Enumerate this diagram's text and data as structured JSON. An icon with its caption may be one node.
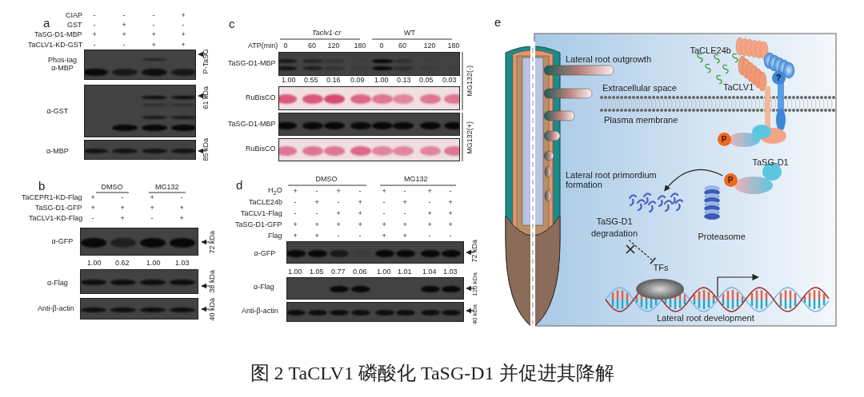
{
  "diagram": {
    "caption": "图 2 TaCLV1 磷酸化 TaSG-D1 并促进其降解",
    "nodes": [
      {
        "text": [
          "?"
        ]
      },
      {
        "text": [
          "P"
        ]
      },
      {
        "text": [
          "P"
        ]
      },
      {
        "text": [],
        "shape": "picture"
      },
      {
        "text": [
          "TaSG-D1 degradation"
        ]
      },
      {
        "text": [
          "TFs"
        ]
      }
    ],
    "edges": [
      {
        "from": 2,
        "to": 3,
        "arrow": "to"
      },
      {
        "from": 4,
        "to": 5,
        "arrow": "other",
        "style": "dashed"
      }
    ],
    "labels": [
      "a",
      "CIAP",
      "-",
      "-",
      "-",
      "+",
      "GST",
      "-",
      "+",
      "-",
      "-",
      "TaSG-D1-MBP",
      "+",
      "+",
      "+",
      "+",
      "TaCLV1-KD-GST",
      "-",
      "-",
      "+",
      "+",
      "Phos-tag α-MBP",
      "P-TaSG",
      "α-GST",
      "61 kDa",
      "α-MBP",
      "85 kDa",
      "b",
      "DMSO",
      "MG132",
      "TaCEPR1-KD-Flag",
      "+",
      "-",
      "+",
      "-",
      "TaSG-D1-GFP",
      "+",
      "+",
      "+",
      "+",
      "TaCLV1-KD-Flag",
      "-",
      "+",
      "-",
      "+",
      "α-GFP",
      "72 kDa",
      "1.00",
      "0.62",
      "1.00",
      "1.03",
      "α-Flag",
      "38 kDa",
      "Anti-β-actin",
      "40 kDa",
      "c",
      "Taclv1-cr",
      "WT",
      "ATP(min)",
      "0",
      "60",
      "120",
      "180",
      "0",
      "60",
      "120",
      "180",
      "TaSG-D1-MBP",
      "1.00",
      "0.55",
      "0.16",
      "0.09",
      "1.00",
      "0.13",
      "0.05",
      "0.03",
      "RuBisCO",
      "MG132(-)",
      "TaSG-D1-MBP",
      "RuBisCO",
      "MG132(+)",
      "d",
      "DMSO",
      "MG132",
      "H$_{2}$O",
      "+",
      "-",
      "+",
      "-",
      "+",
      "-",
      "+",
      "-",
      "TaCLE24b",
      "-",
      "+",
      "-",
      "+",
      "-",
      "+",
      "-",
      "+",
      "TaCLV1-Flag",
      "-",
      "-",
      "+",
      "+",
      "-",
      "-",
      "+",
      "+",
      "TaSG-D1-GFP",
      "+",
      "+",
      "+",
      "+",
      "+",
      "+",
      "+",
      "+",
      "Flag",
      "+",
      "+",
      "-",
      "-",
      "+",
      "+",
      "-",
      "-",
      "α-GFP",
      "72 kDa",
      "1.00",
      "1.05",
      "0.77",
      "0.06",
      "1.00",
      "1.01",
      "1.04",
      "1.03",
      "α-Flag",
      "120 kDa",
      "Anti-β-actin",
      "40 kDa",
      "e",
      "TaCLE24b",
      "Lateral root outgrowth",
      "Extracellular space",
      "TaCLV1",
      "Plasma membrane",
      "TaSG-D1",
      "Lateral root primordium formation",
      "Proteasome",
      "Lateral root development"
    ]
  }
}
